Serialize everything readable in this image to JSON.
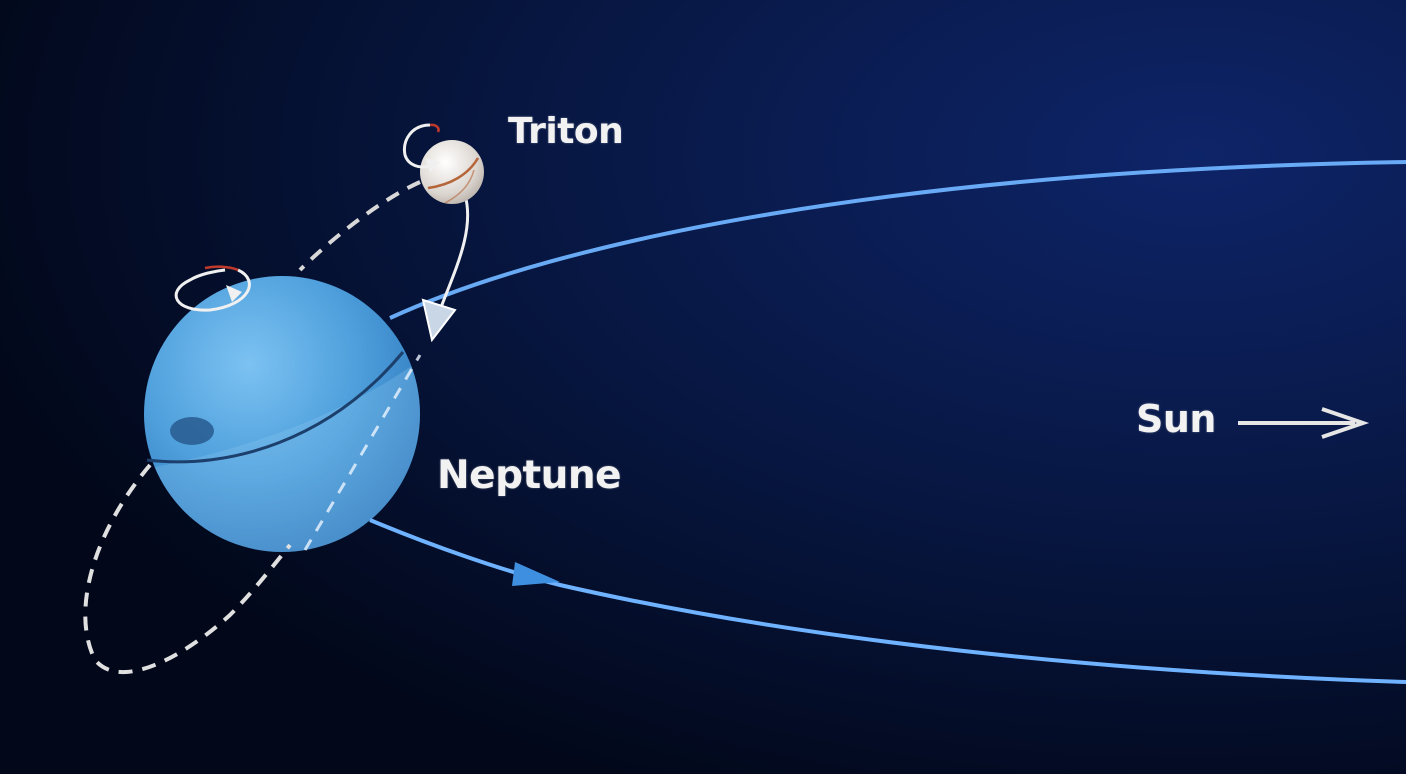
{
  "labels": {
    "moon": "Triton",
    "planet": "Neptune",
    "sun": "Sun"
  },
  "colors": {
    "space_background": "#050d22",
    "planet_blue": "#5aa9e6",
    "orbit_line": "#6fb2ff",
    "moon_white": "#e8e4e0",
    "label_text": "#f2f2f2"
  }
}
